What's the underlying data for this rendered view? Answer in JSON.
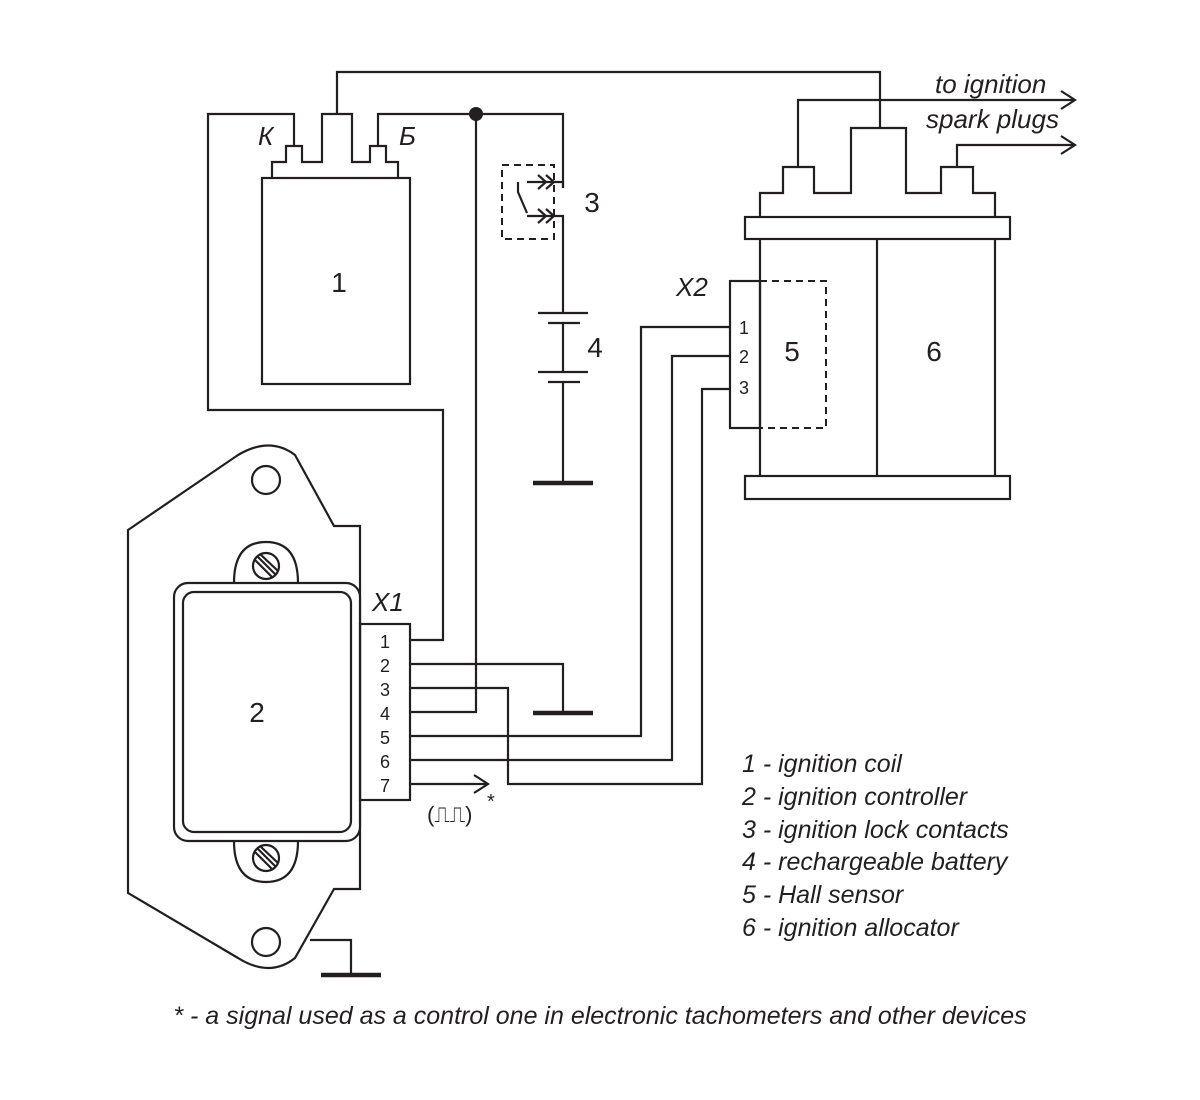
{
  "components": {
    "coil": {
      "number": "1",
      "terminal_k": "К",
      "terminal_b": "Б"
    },
    "controller": {
      "number": "2"
    },
    "lock": {
      "number": "3"
    },
    "battery": {
      "number": "4"
    },
    "hall_sensor": {
      "number": "5"
    },
    "allocator": {
      "number": "6"
    }
  },
  "connectors": {
    "x1": {
      "label": "X1",
      "pins": [
        "1",
        "2",
        "3",
        "4",
        "5",
        "6",
        "7"
      ]
    },
    "x2": {
      "label": "X2",
      "pins": [
        "1",
        "2",
        "3"
      ]
    }
  },
  "output": {
    "line1": "to ignition",
    "line2": "spark plugs"
  },
  "signal": {
    "symbol": "(⎍⎍)",
    "mark": "*"
  },
  "legend": [
    "1 - ignition coil",
    "2 - ignition controller",
    "3 - ignition lock contacts",
    "4 - rechargeable battery",
    "5 - Hall sensor",
    "6 - ignition allocator"
  ],
  "footnote": "* - a signal used as a control one in electronic tachometers and other devices"
}
